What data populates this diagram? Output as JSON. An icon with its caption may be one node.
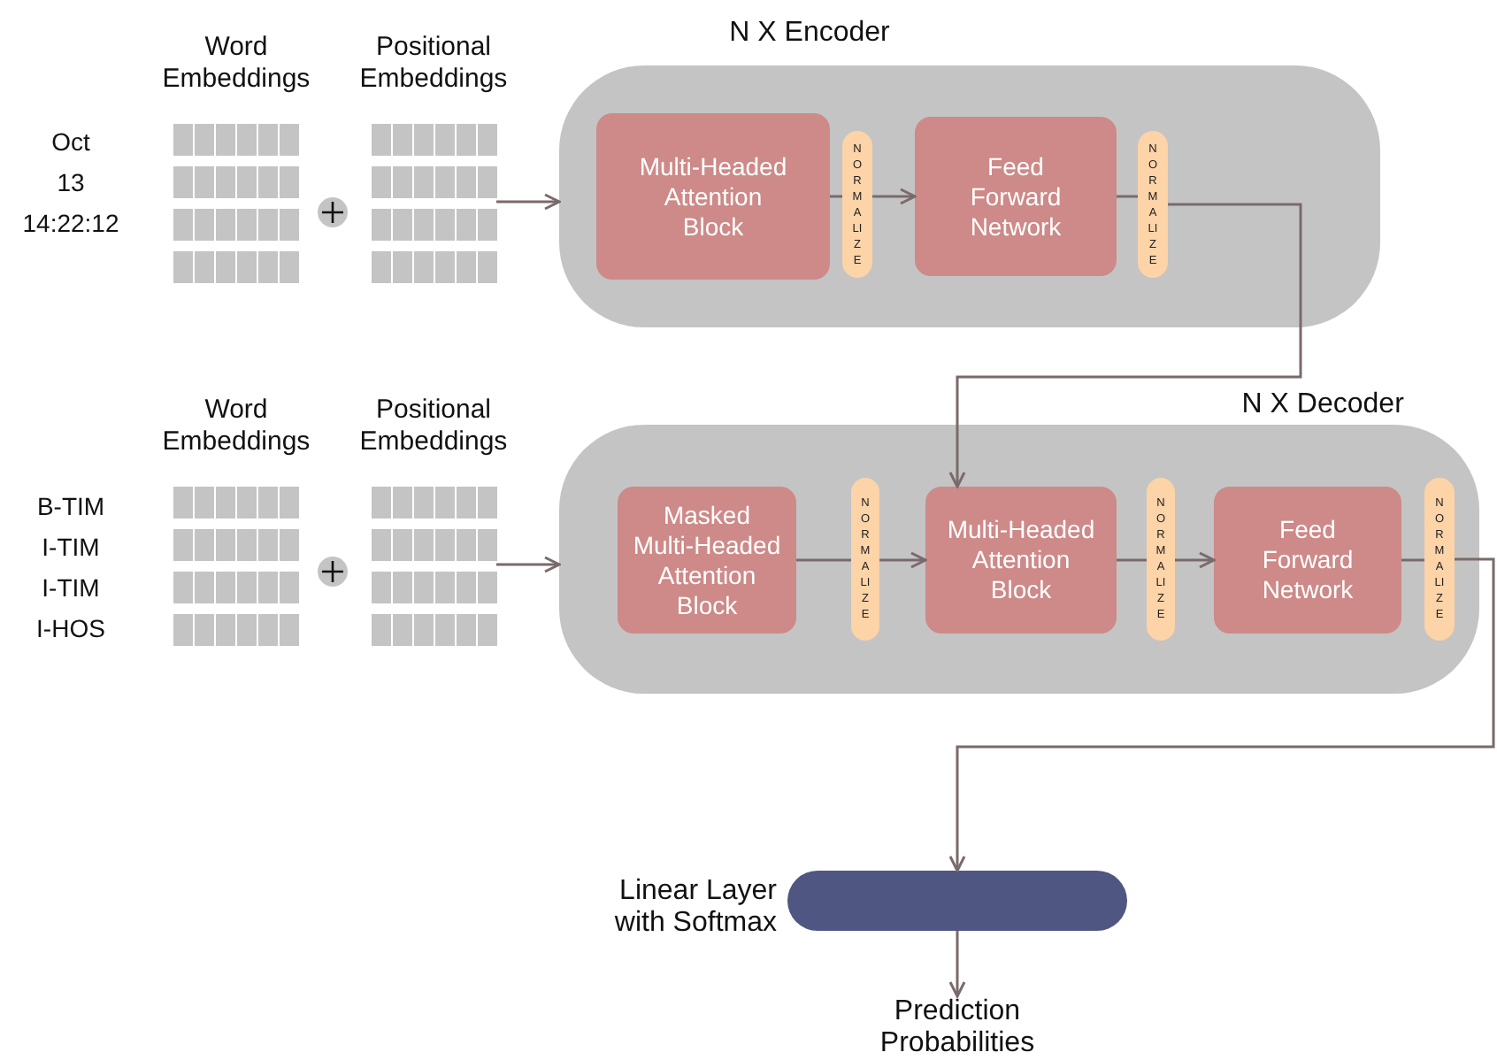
{
  "diagram": {
    "nodes": [
      {
        "text": [
          "Word Embeddings"
        ]
      },
      {
        "text": [
          "Positional Embeddings"
        ]
      },
      {
        "text": [
          "N X Encoder"
        ]
      },
      {
        "text": [
          "Multi-Headed Attention Block"
        ],
        "in": 2
      },
      {
        "text": [
          "NORMALIZE"
        ],
        "in": 2
      },
      {
        "text": [
          "Feed Forward Network"
        ],
        "in": 2
      },
      {
        "text": [
          "NORMALIZE"
        ],
        "in": 2
      },
      {
        "text": [
          "Word Embeddings"
        ]
      },
      {
        "text": [
          "Positional Embeddings"
        ]
      },
      {
        "text": [
          "N X Decoder"
        ]
      },
      {
        "text": [
          "Masked Multi-Headed Attention Block"
        ],
        "in": 9
      },
      {
        "text": [
          "NORMALIZE"
        ],
        "in": 9
      },
      {
        "text": [
          "Multi-Headed Attention Block"
        ],
        "in": 9
      },
      {
        "text": [
          "NORMALIZE"
        ],
        "in": 9
      },
      {
        "text": [
          "Feed Forward Network"
        ],
        "in": 9
      },
      {
        "text": [
          "NORMALIZE"
        ],
        "in": 9
      },
      {
        "text": [],
        "shape": "bar",
        "beside": [
          "Linear Layer with Softmax"
        ]
      },
      {
        "text": [
          "Prediction Probabilities"
        ]
      }
    ],
    "edges": [
      {
        "from": 1,
        "to": 2,
        "arrow": "to"
      },
      {
        "from": 3,
        "to": 4,
        "arrow": "none"
      },
      {
        "from": 4,
        "to": 5,
        "arrow": "to"
      },
      {
        "from": 5,
        "to": 6,
        "arrow": "none"
      },
      {
        "from": 6,
        "to": 12,
        "arrow": "to"
      },
      {
        "from": 8,
        "to": 9,
        "arrow": "to"
      },
      {
        "from": 10,
        "to": 11,
        "arrow": "none"
      },
      {
        "from": 11,
        "to": 12,
        "arrow": "to"
      },
      {
        "from": 12,
        "to": 13,
        "arrow": "none"
      },
      {
        "from": 13,
        "to": 14,
        "arrow": "to"
      },
      {
        "from": 14,
        "to": 15,
        "arrow": "none"
      },
      {
        "from": 15,
        "to": 16,
        "arrow": "to"
      },
      {
        "from": 16,
        "to": 17,
        "arrow": "to"
      }
    ],
    "labels": [
      "Oct",
      "13",
      "14:22:12",
      "B-TIM",
      "I-TIM",
      "I-TIM",
      "I-HOS"
    ]
  }
}
